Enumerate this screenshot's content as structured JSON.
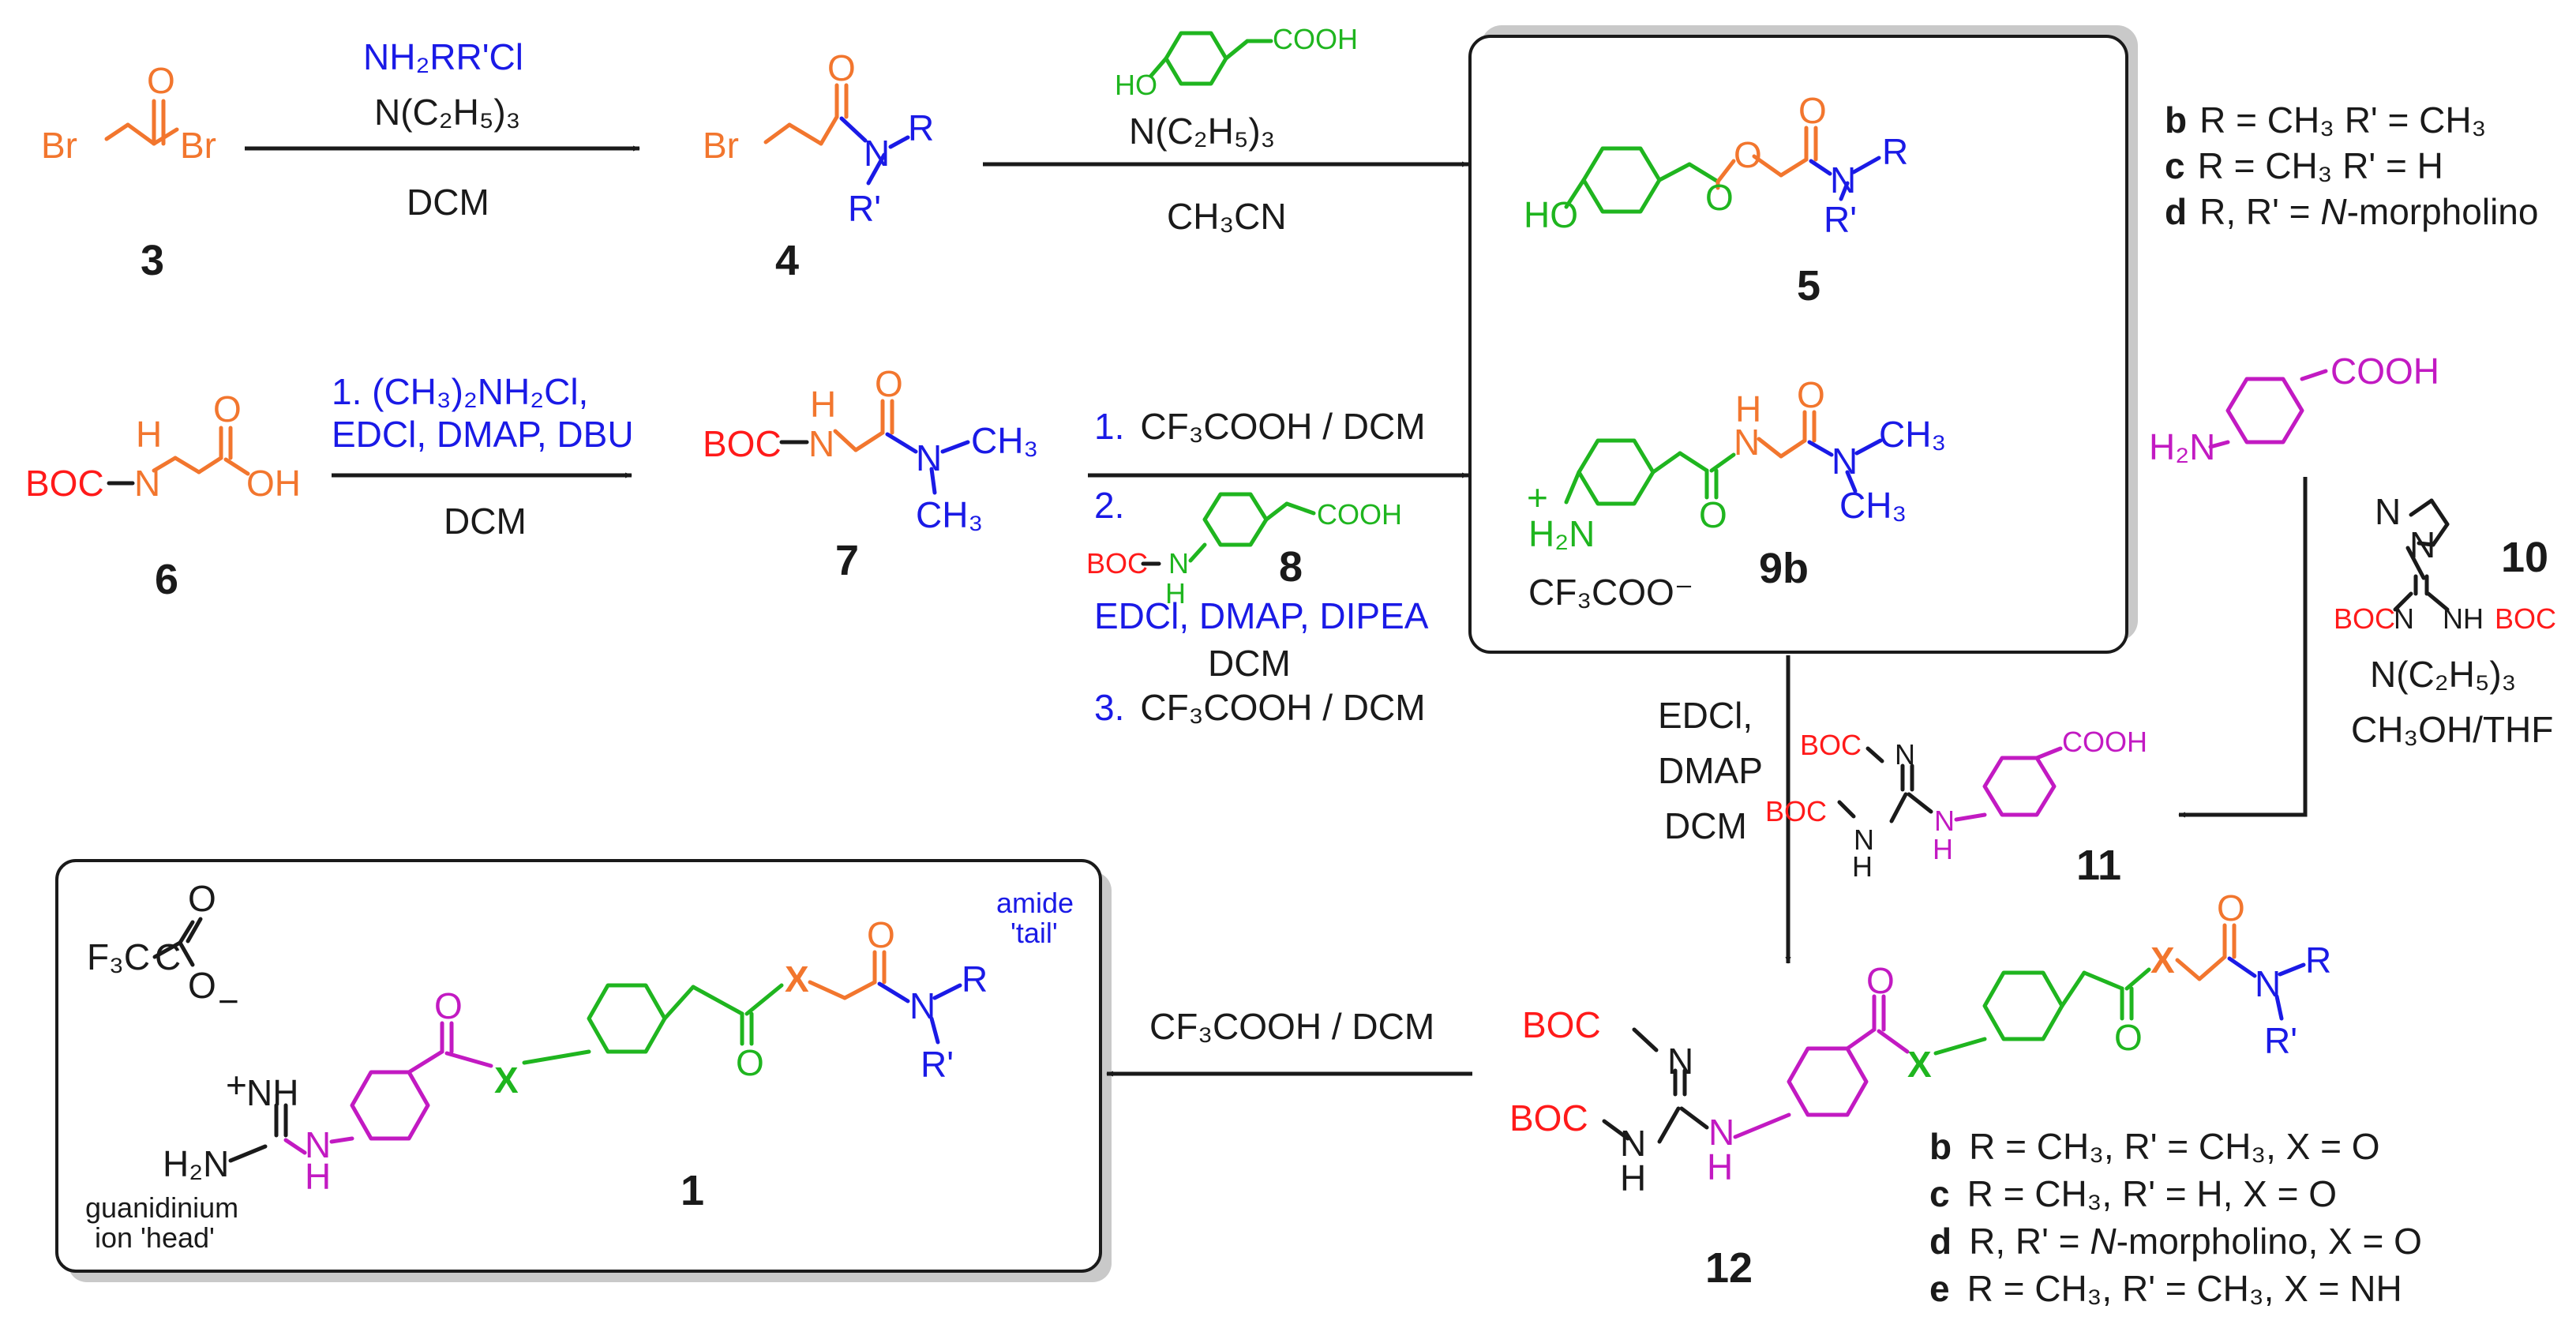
{
  "colors": {
    "orange": "#f2762e",
    "blue": "#1a1ae6",
    "red": "#ff1a1a",
    "green": "#1fb51f",
    "magenta": "#c21ac2",
    "black": "#1a1a1a",
    "box_shadow": "#c9c9c9"
  },
  "compounds": {
    "c3": {
      "label": "3",
      "atoms": {
        "br1": "Br",
        "o": "O",
        "br2": "Br"
      }
    },
    "c4": {
      "label": "4",
      "atoms": {
        "br": "Br",
        "o": "O",
        "n": "N",
        "r": "R",
        "rp": "R'"
      }
    },
    "c5": {
      "label": "5",
      "atoms": {
        "ho": "HO",
        "o_carbonyl": "O",
        "o_ester": "O",
        "o_amide": "O",
        "n": "N",
        "r": "R",
        "rp": "R'"
      }
    },
    "c6": {
      "label": "6",
      "atoms": {
        "boc": "BOC",
        "h": "H",
        "n": "N",
        "o": "O",
        "oh": "OH"
      }
    },
    "c7": {
      "label": "7",
      "atoms": {
        "boc": "BOC",
        "h": "H",
        "n": "N",
        "o": "O",
        "n2": "N",
        "ch3a": "CH₃",
        "ch3b": "CH₃"
      }
    },
    "c8": {
      "label": "8",
      "atoms": {
        "boc": "BOC",
        "h": "H",
        "n": "N",
        "cooh": "COOH"
      }
    },
    "c9b": {
      "label": "9b",
      "atoms": {
        "plus": "+",
        "h2n": "H₂N",
        "o": "O",
        "h": "H",
        "n": "N",
        "o2": "O",
        "n2": "N",
        "ch3a": "CH₃",
        "ch3b": "CH₃"
      },
      "counterion": "CF₃COO⁻"
    },
    "c10": {
      "label": "10",
      "atoms": {
        "n1": "N",
        "n2": "N",
        "boc1": "BOC",
        "n3": "N",
        "nh": "NH",
        "boc2": "BOC"
      }
    },
    "c11": {
      "label": "11",
      "atoms": {
        "boc1": "BOC",
        "n": "N",
        "boc2": "BOC",
        "n2": "N",
        "h": "H",
        "n3": "N",
        "h2": "H",
        "cooh": "COOH"
      }
    },
    "c12": {
      "label": "12",
      "atoms": {
        "boc1": "BOC",
        "n": "N",
        "boc2": "BOC",
        "n2": "N",
        "h": "H",
        "n3": "N",
        "h2": "H",
        "o1": "O",
        "x1": "X",
        "o2": "O",
        "x2": "X",
        "o3": "O",
        "n4": "N",
        "r": "R",
        "rp": "R'"
      }
    },
    "c1": {
      "label": "1",
      "atoms": {
        "f3c": "F₃C",
        "c": "C",
        "o1": "O",
        "o2": "O",
        "minus": "−",
        "plus": "+",
        "nh": "NH",
        "h2n": "H₂N",
        "n": "N",
        "h": "H",
        "o3": "O",
        "x1": "X",
        "o4": "O",
        "x2": "X",
        "o5": "O",
        "n2": "N",
        "r": "R",
        "rp": "R'"
      }
    },
    "phenylacetic_acid": {
      "cooh": "COOH",
      "ho": "HO"
    },
    "aminobenzoic_acid": {
      "cooh": "COOH",
      "h2n": "H₂N"
    }
  },
  "reagents": {
    "step1": {
      "line1": "NH₂RR'Cl",
      "line2": "N(C₂H₅)₃",
      "line3": "DCM"
    },
    "step2": {
      "line1": "N(C₂H₅)₃",
      "line2": "CH₃CN"
    },
    "step3": {
      "line1": "1.  (CH₃)₂NH₂Cl,",
      "line2": "EDCl, DMAP,  DBU",
      "line3": "DCM"
    },
    "step4": {
      "line1_num": "1.",
      "line1_text": "CF₃COOH / DCM",
      "line2_num": "2.",
      "line3": "EDCl, DMAP,  DIPEA",
      "line4": "DCM",
      "line5_num": "3.",
      "line5_text": "CF₃COOH / DCM"
    },
    "step5": {
      "line1": "N(C₂H₅)₃",
      "line2": "CH₃OH/THF"
    },
    "step6": {
      "line1": "EDCl,",
      "line2": "DMAP",
      "line3": "DCM"
    },
    "step7": {
      "line1": "CF₃COOH / DCM"
    }
  },
  "legend_top": [
    {
      "key": "b",
      "text": "R = CH₃ R' = CH₃"
    },
    {
      "key": "c",
      "text": "R = CH₃ R' = H"
    },
    {
      "key": "d",
      "text": "R, R' = ",
      "italic": "N",
      "rest": "-morpholino"
    }
  ],
  "legend_bottom": [
    {
      "key": "b",
      "text": "R = CH₃, R' = CH₃, X = O"
    },
    {
      "key": "c",
      "text": "R = CH₃, R' = H, X = O"
    },
    {
      "key": "d",
      "text": "R, R' = ",
      "italic": "N",
      "rest": "-morpholino, X = O"
    },
    {
      "key": "e",
      "text": "R = CH₃, R' = CH₃, X = NH"
    }
  ],
  "annotations": {
    "amide_tail": "amide",
    "amide_tail2": "'tail'",
    "guanidinium_head": "guanidinium",
    "guanidinium_head2": "ion 'head'"
  }
}
